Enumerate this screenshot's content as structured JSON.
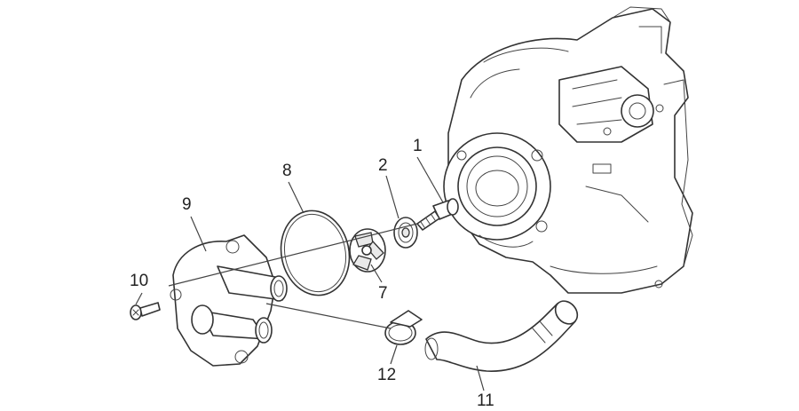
{
  "callouts": [
    {
      "id": "1",
      "text": "1"
    },
    {
      "id": "2",
      "text": "2"
    },
    {
      "id": "7",
      "text": "7"
    },
    {
      "id": "8",
      "text": "8"
    },
    {
      "id": "9",
      "text": "9"
    },
    {
      "id": "10",
      "text": "10"
    },
    {
      "id": "11",
      "text": "11"
    },
    {
      "id": "12",
      "text": "12"
    }
  ],
  "colors": {
    "line": "#333333",
    "background": "#ffffff"
  }
}
